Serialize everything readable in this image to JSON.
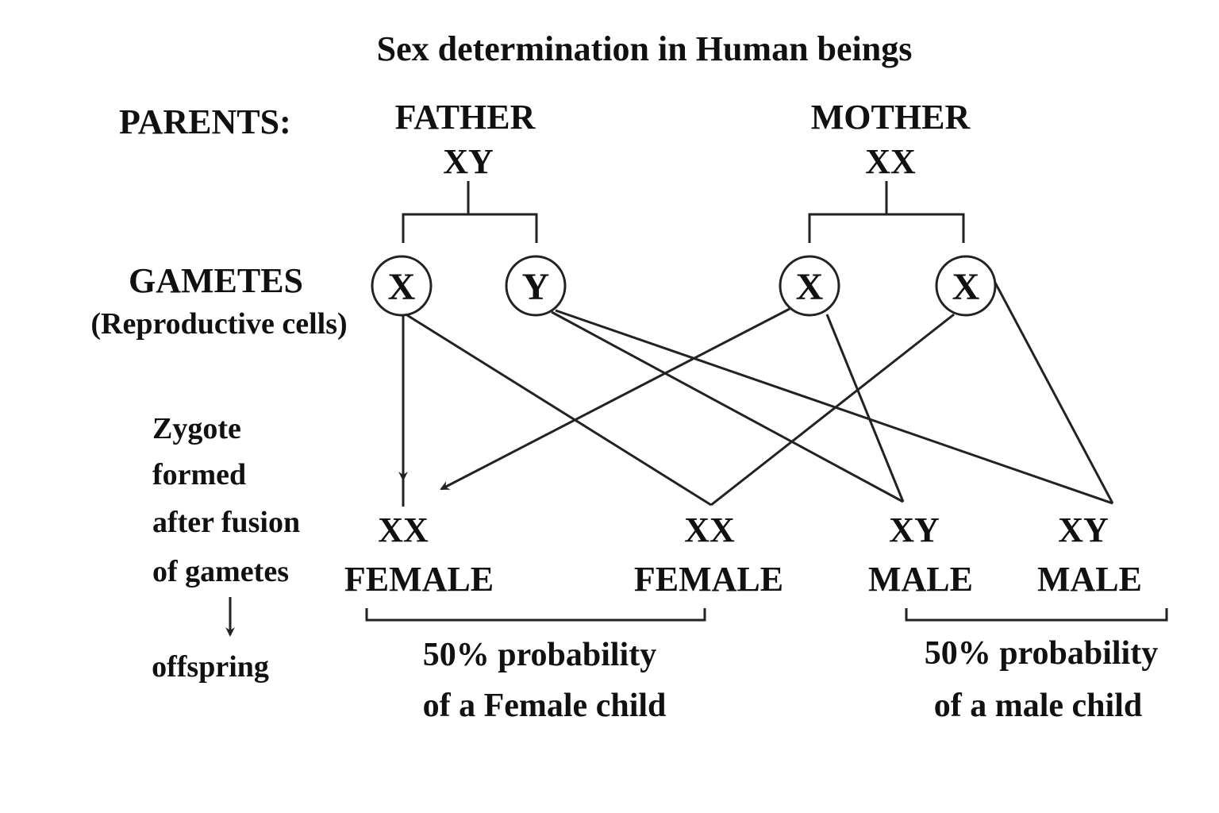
{
  "title": "Sex determination in Human beings",
  "parents": {
    "label": "PARENTS:",
    "father": {
      "label": "FATHER",
      "genotype": "XY"
    },
    "mother": {
      "label": "MOTHER",
      "genotype": "XX"
    }
  },
  "gametes": {
    "label": "GAMETES",
    "sublabel": "(Reproductive cells)",
    "father": [
      "X",
      "Y"
    ],
    "mother": [
      "X",
      "X"
    ]
  },
  "zygote_label": [
    "Zygote",
    "formed",
    "after fusion",
    "of gametes"
  ],
  "offspring_label": "offspring",
  "offspring": [
    {
      "genotype": "XX",
      "sex": "FEMALE"
    },
    {
      "genotype": "XX",
      "sex": "FEMALE"
    },
    {
      "genotype": "XY",
      "sex": "MALE"
    },
    {
      "genotype": "XY",
      "sex": "MALE"
    }
  ],
  "probabilities": {
    "female": [
      "50% probability",
      "of a Female child"
    ],
    "male": [
      "50% probability",
      "of a male child"
    ]
  }
}
